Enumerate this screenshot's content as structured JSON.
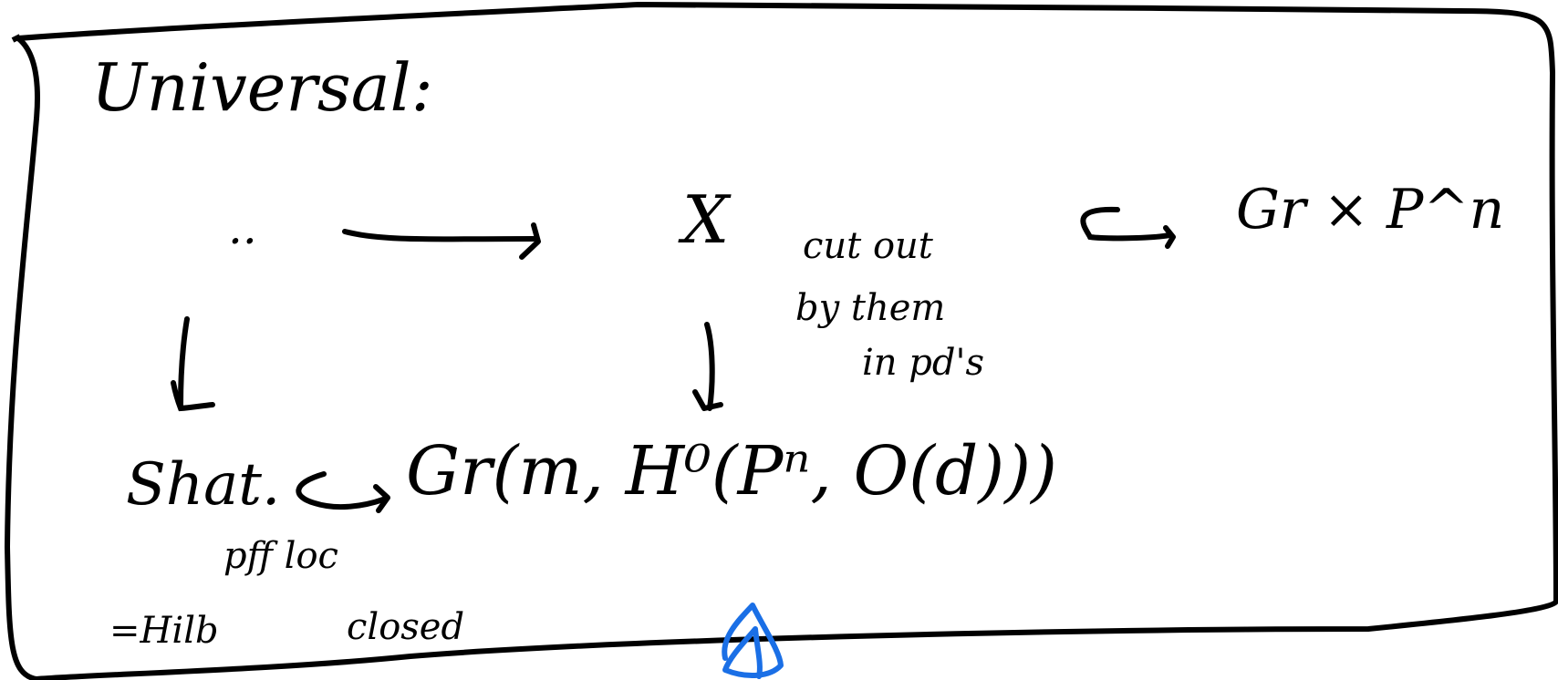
{
  "colors": {
    "ink": "#000000",
    "accent": "#1a6fe6",
    "background": "#ffffff"
  },
  "board": {
    "title": "Universal:",
    "top_row": {
      "left_dots": "..",
      "x_symbol": "X",
      "target": "Gr × P^n"
    },
    "side_note": [
      "cut out",
      "by them",
      "in pd's"
    ],
    "left_down": "L",
    "bottom_row": {
      "source": "Shat.",
      "target": "Gr(m, H⁰(Pⁿ, O(d)))"
    },
    "bottom_note_1": "pff loc",
    "bottom_note_2": "closed",
    "bottom_left": "=Hilb"
  }
}
